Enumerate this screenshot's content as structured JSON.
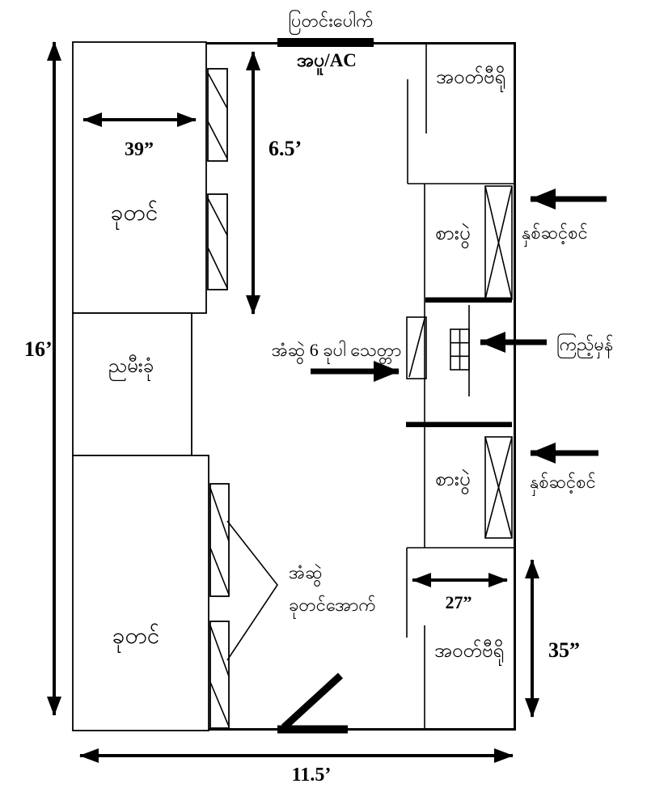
{
  "diagram": {
    "type": "bedroom floor plan",
    "room": {
      "height_label": "16’",
      "width_label": "11.5’",
      "window_label": "ပြတင်းပေါက်",
      "heater_ac_label": "အပူ/AC"
    },
    "furniture": {
      "bed_top": {
        "label": "ခုတင်",
        "width_label": "39”",
        "length_label": "6.5’"
      },
      "nightstand": {
        "label": "ညမီးခုံ"
      },
      "bed_bottom": {
        "label": "ခုတင်"
      },
      "wardrobe_top": {
        "label": "အဝတ်ဗီရို"
      },
      "table_top": {
        "label": "စားပွဲ"
      },
      "table_bottom": {
        "label": "စားပွဲ"
      },
      "wardrobe_bottom": {
        "label": "အဝတ်ဗီရို",
        "width_label": "27”",
        "height_label": "35”"
      }
    },
    "annotations": {
      "shelf_top": "နှစ်ဆင့်စင်",
      "shelf_bottom": "နှစ်ဆင့်စင်",
      "mirror": "ကြည့်မှန်",
      "chest_six_drawers": "အံဆွဲ 6 ခုပါ သေတ္တာ",
      "underbed_line1": "အံဆွဲ",
      "underbed_line2": "ခုတင်အောက်"
    }
  }
}
